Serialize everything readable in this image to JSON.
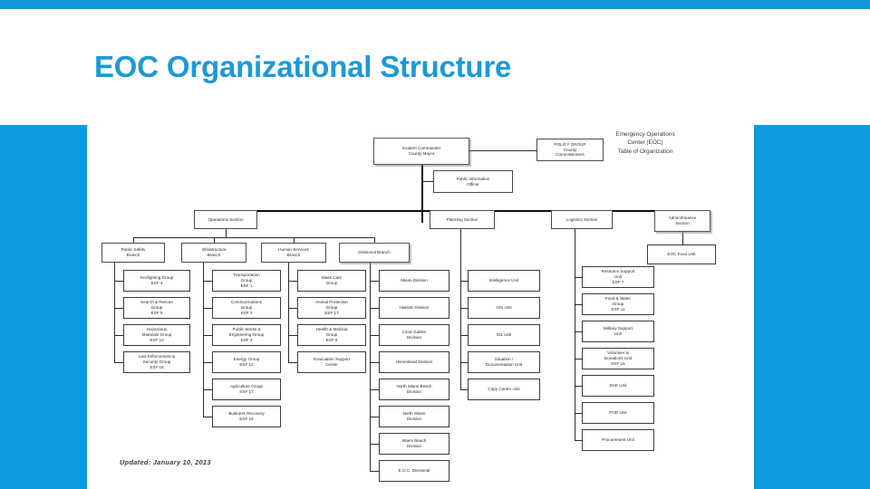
{
  "slide": {
    "title": "EOC Organizational Structure",
    "accent_color": "#1b9ad6",
    "panel_color": "#0d9ade",
    "topbar_color": "#1496d8"
  },
  "chart": {
    "legend_title": "Emergency Operations\nCenter (EOC)\nTable of Organization",
    "legend_line1": "Emergency Operations",
    "legend_line2": "Center (EOC)",
    "legend_line3": "Table of Organization",
    "updated": "Updated: January 10, 2013",
    "command": {
      "incident_commander": "Incident Commander\nCounty Mayor",
      "incident_commander_l1": "Incident Commander",
      "incident_commander_l2": "County Mayor",
      "policy_group_l1": "POLICY GROUP",
      "policy_group_l2": "County",
      "policy_group_l3": "Commissioners",
      "pio": "Public Information\nOfficer",
      "pio_l1": "Public Information",
      "pio_l2": "Officer"
    },
    "sections": [
      {
        "label": "Operations Section"
      },
      {
        "label": "Planning Section"
      },
      {
        "label": "Logistics Section"
      },
      {
        "label": "Admin/Finance\nSection",
        "l1": "Admin/Finance",
        "l2": "Section"
      }
    ],
    "branches": [
      {
        "label": "Public Safety\nBranch",
        "l1": "Public Safety",
        "l2": "Branch"
      },
      {
        "label": "Infrastructure\nBranch",
        "l1": "Infrastructure",
        "l2": "Branch"
      },
      {
        "label": "Human Services\nBranch",
        "l1": "Human Services",
        "l2": "Branch"
      },
      {
        "label": "Divisional Branch",
        "l1": "Divisional Branch",
        "l2": ""
      }
    ],
    "columns": {
      "public_safety": [
        {
          "l1": "Firefighting Group",
          "l2": "ESF 4",
          "l3": ""
        },
        {
          "l1": "Search & Rescue",
          "l2": "Group",
          "l3": "ESF 9"
        },
        {
          "l1": "Hazardous",
          "l2": "Materials Group",
          "l3": "ESF 10"
        },
        {
          "l1": "Law Enforcement &",
          "l2": "Security Group",
          "l3": "ESF 16"
        }
      ],
      "infrastructure": [
        {
          "l1": "Transportation",
          "l2": "Group",
          "l3": "ESF 1"
        },
        {
          "l1": "Communications",
          "l2": "Group",
          "l3": "ESF 2"
        },
        {
          "l1": "Public Works &",
          "l2": "Engineering Group",
          "l3": "ESF 3"
        },
        {
          "l1": "Energy Group",
          "l2": "ESF 12",
          "l3": ""
        },
        {
          "l1": "Agriculture Group",
          "l2": "ESF 17",
          "l3": ""
        },
        {
          "l1": "Business Recovery",
          "l2": "ESF 18",
          "l3": ""
        }
      ],
      "human_services": [
        {
          "l1": "Mass Care",
          "l2": "Group",
          "l3": ""
        },
        {
          "l1": "Animal Protection",
          "l2": "Group",
          "l3": "ESF 17"
        },
        {
          "l1": "Health & Medical",
          "l2": "Group",
          "l3": "ESF 8"
        },
        {
          "l1": "Evacuation Support",
          "l2": "Center",
          "l3": ""
        }
      ],
      "divisional": [
        {
          "l1": "Miami Division",
          "l2": "",
          "l3": ""
        },
        {
          "l1": "Hialeah Division",
          "l2": "",
          "l3": ""
        },
        {
          "l1": "Coral Gables",
          "l2": "Division",
          "l3": ""
        },
        {
          "l1": "Homestead Division",
          "l2": "",
          "l3": ""
        },
        {
          "l1": "North Miami Beach",
          "l2": "Division",
          "l3": ""
        },
        {
          "l1": "North Miami",
          "l2": "Division",
          "l3": ""
        },
        {
          "l1": "Miami Beach",
          "l2": "Division",
          "l3": ""
        },
        {
          "l1": "E.O.C. Divisional",
          "l2": "",
          "l3": ""
        }
      ],
      "planning": [
        {
          "l1": "Intelligence Unit",
          "l2": "",
          "l3": ""
        },
        {
          "l1": "GIS Unit",
          "l2": "",
          "l3": ""
        },
        {
          "l1": "311 Unit",
          "l2": "",
          "l3": ""
        },
        {
          "l1": "Situation /",
          "l2": "Documentation Unit",
          "l3": ""
        },
        {
          "l1": "Copy Center Unit",
          "l2": "",
          "l3": ""
        }
      ],
      "logistics": [
        {
          "l1": "Resource Support",
          "l2": "Unit",
          "l3": "ESF 7"
        },
        {
          "l1": "Food & Water",
          "l2": "Group",
          "l3": "ESF 11"
        },
        {
          "l1": "Military Support",
          "l2": "Unit",
          "l3": ""
        },
        {
          "l1": "Volunteer &",
          "l2": "Donations Unit",
          "l3": "ESF 15"
        },
        {
          "l1": "DAE Unit",
          "l2": "",
          "l3": ""
        },
        {
          "l1": "POD Unit",
          "l2": "",
          "l3": ""
        },
        {
          "l1": "Procurement Unit",
          "l2": "",
          "l3": ""
        }
      ],
      "admin_finance": [
        {
          "l1": "EOC Food Unit",
          "l2": "",
          "l3": ""
        }
      ]
    }
  }
}
